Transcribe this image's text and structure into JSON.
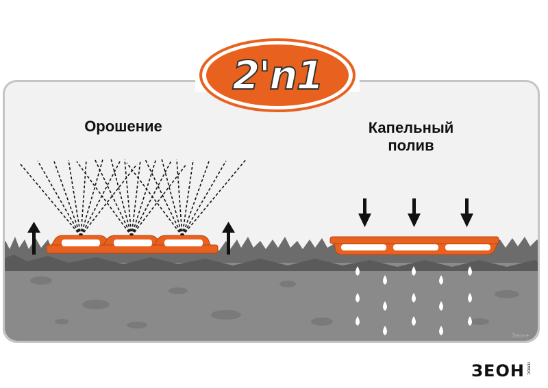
{
  "logo": {
    "text": "2'n1"
  },
  "modes": {
    "sprinkle": {
      "label": "Орошение"
    },
    "drip": {
      "label_line1": "Капельный",
      "label_line2": "полив"
    }
  },
  "brand": {
    "name": "ЗЕОН",
    "sub": "плюс"
  },
  "watermark": "Зеон+",
  "colors": {
    "accent": "#e8611f",
    "soil": "#8a8a8a",
    "grass": "#6c6c6c",
    "panel_border": "#c4c4c4"
  }
}
